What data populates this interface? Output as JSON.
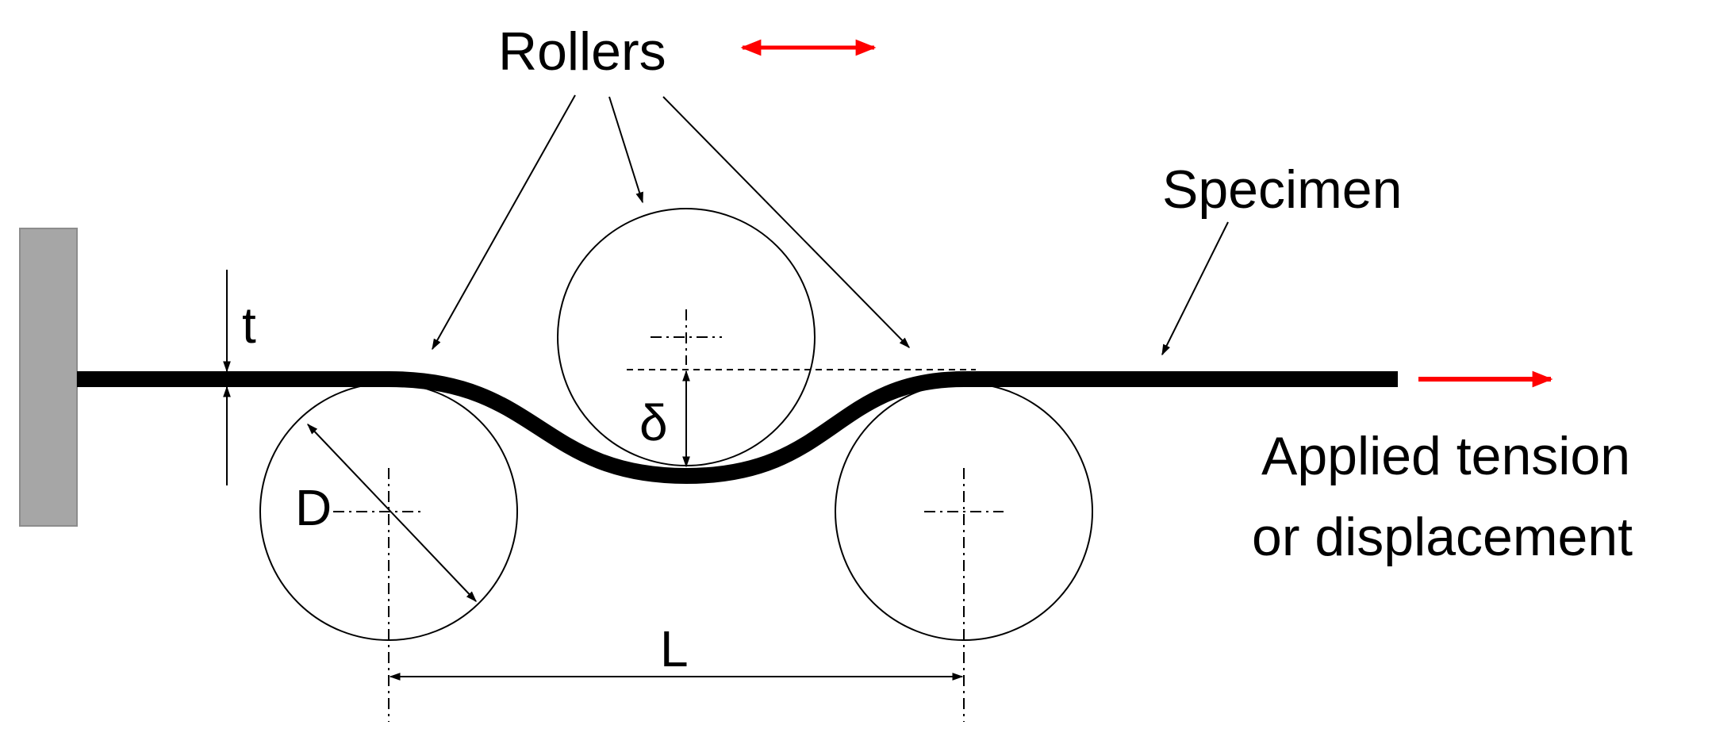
{
  "labels": {
    "rollers": "Rollers",
    "specimen": "Specimen",
    "applied_line1": "Applied tension",
    "applied_line2": "or displacement",
    "thickness": "t",
    "diameter": "D",
    "span": "L",
    "deflection": "δ"
  },
  "colors": {
    "specimen": "#000000",
    "fixture": "#a6a6a6",
    "arrow_accent": "#ff0000",
    "line": "#000000"
  }
}
